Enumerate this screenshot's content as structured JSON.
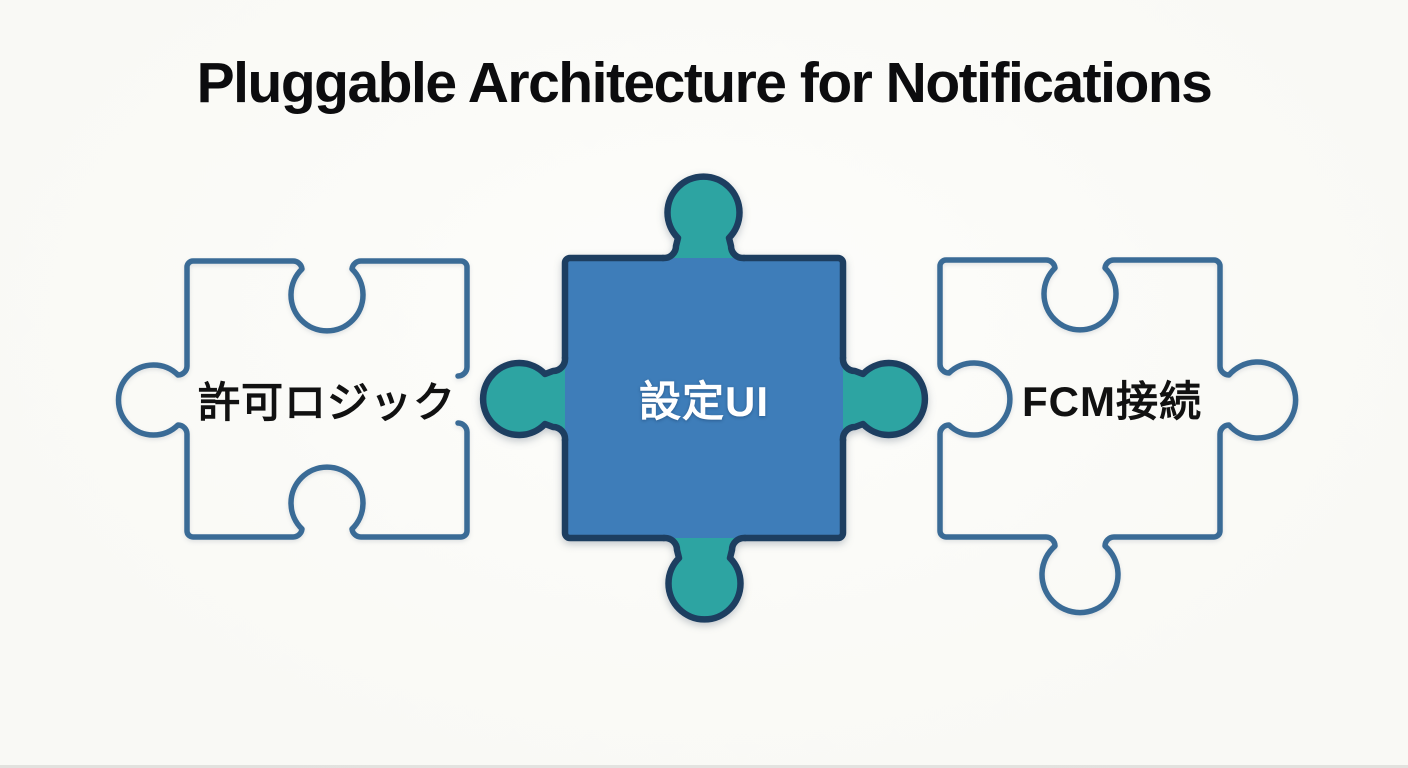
{
  "title": "Pluggable Architecture for Notifications",
  "pieces": [
    {
      "id": "permission-logic",
      "label": "許可ロジック",
      "style": "outlined"
    },
    {
      "id": "settings-ui",
      "label": "設定UI",
      "style": "filled"
    },
    {
      "id": "fcm-connection",
      "label": "FCM接続",
      "style": "outlined"
    }
  ],
  "colors": {
    "background": "#f9f9f5",
    "title-color": "#0c0c0e",
    "outline-blue": "#3a6b96",
    "navy": "#1d3e60",
    "body-blue": "#3e7db9",
    "teal": "#2da4a2",
    "label-dark": "#111111",
    "label-light": "#ffffff"
  }
}
